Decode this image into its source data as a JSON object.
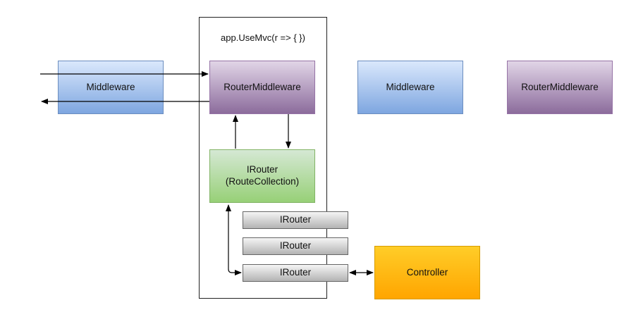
{
  "container": {
    "title": "app.UseMvc(r => { })"
  },
  "nodes": {
    "middleware_left": "Middleware",
    "router_middleware_inner": "RouterMiddleware",
    "middleware_right": "Middleware",
    "router_middleware_right": "RouterMiddleware",
    "irouter_collection_line1": "IRouter",
    "irouter_collection_line2": "(RouteCollection)",
    "irouter_1": "IRouter",
    "irouter_2": "IRouter",
    "irouter_3": "IRouter",
    "controller": "Controller"
  },
  "colors": {
    "middleware_fill": "#dae8fc",
    "middleware_stroke": "#6c8ebf",
    "router_middleware_fill": "#e1d5e7",
    "router_middleware_stroke": "#9673a6",
    "route_collection_fill": "#d5e8d4",
    "route_collection_stroke": "#82b366",
    "irouter_fill": "#f5f5f5",
    "irouter_stroke": "#666666",
    "controller_fill": "#ffcd28",
    "controller_stroke": "#d79b00",
    "arrow": "#000000"
  }
}
